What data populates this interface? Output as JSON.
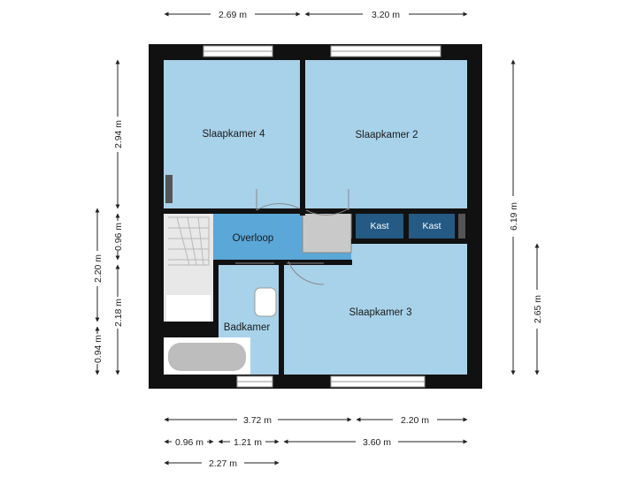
{
  "colors": {
    "wall": "#111111",
    "room": "#a8d2ea",
    "hall": "#5aa7d8",
    "closet": "#245a84",
    "stairs": "#e8e8e8",
    "bath_tub": "#bdbdbd"
  },
  "rooms": {
    "slaapkamer4": "Slaapkamer 4",
    "slaapkamer2": "Slaapkamer 2",
    "slaapkamer3": "Slaapkamer 3",
    "overloop": "Overloop",
    "badkamer": "Badkamer",
    "kast1": "Kast",
    "kast2": "Kast"
  },
  "dimensions": {
    "top_left": "2.69 m",
    "top_right": "3.20 m",
    "left_294": "2.94 m",
    "left_096": "0.96 m",
    "left_220": "2.20 m",
    "left_218": "2.18 m",
    "left_094": "0.94 m",
    "right_619": "6.19 m",
    "right_265": "2.65 m",
    "bottom_372": "3.72 m",
    "bottom_220": "2.20 m",
    "bottom_096": "0.96 m",
    "bottom_121": "1.21 m",
    "bottom_360": "3.60 m",
    "bottom_227": "2.27 m"
  }
}
